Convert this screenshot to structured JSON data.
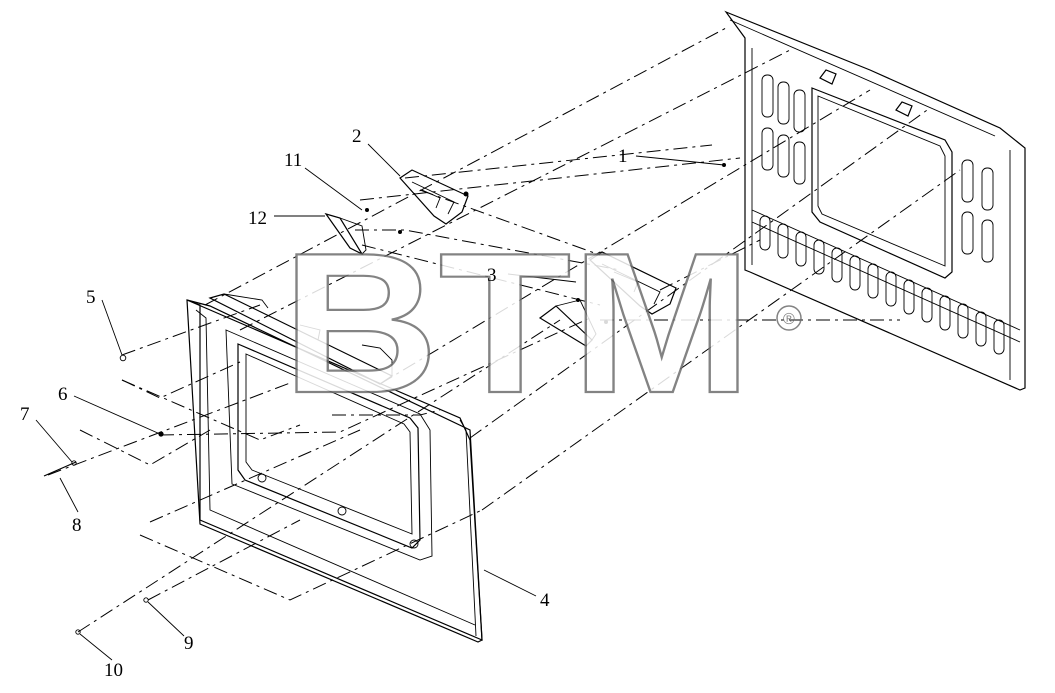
{
  "diagram": {
    "callouts": [
      {
        "id": "1",
        "text": "1"
      },
      {
        "id": "2",
        "text": "2"
      },
      {
        "id": "3",
        "text": "3"
      },
      {
        "id": "4",
        "text": "4"
      },
      {
        "id": "5",
        "text": "5"
      },
      {
        "id": "6",
        "text": "6"
      },
      {
        "id": "7",
        "text": "7"
      },
      {
        "id": "8",
        "text": "8"
      },
      {
        "id": "9",
        "text": "9"
      },
      {
        "id": "10",
        "text": "10"
      },
      {
        "id": "11",
        "text": "11"
      },
      {
        "id": "12",
        "text": "12"
      }
    ]
  },
  "watermark": {
    "text": "BTM",
    "registered": "®"
  }
}
